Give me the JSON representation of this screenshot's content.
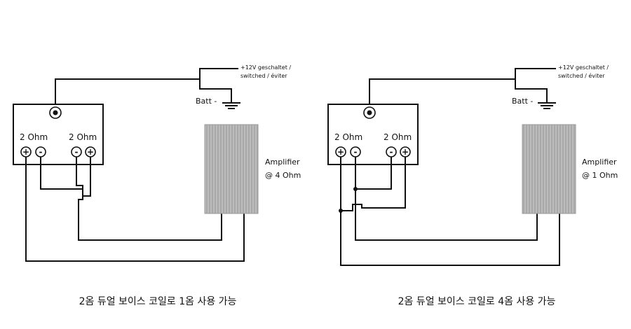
{
  "colors": {
    "line": "#111111",
    "amp_fill": "#a8a8a8",
    "amp_stripe": "#bdbdbd",
    "background": "#ffffff"
  },
  "left": {
    "coil_a": "2 Ohm",
    "coil_b": "2 Ohm",
    "term_plus": "+",
    "term_minus": "-",
    "power_note_1": "+12V geschaltet /",
    "power_note_2": "switched / éviter",
    "batt": "Batt -",
    "amp_1": "Amplifier",
    "amp_2": "@ 4 Ohm",
    "caption": "2옴 듀얼 보이스 코일로 1옴 사용 가능"
  },
  "right": {
    "coil_a": "2 Ohm",
    "coil_b": "2 Ohm",
    "term_plus": "+",
    "term_minus": "-",
    "power_note_1": "+12V geschaltet /",
    "power_note_2": "switched / éviter",
    "batt": "Batt -",
    "amp_1": "Amplifier",
    "amp_2": "@ 1 Ohm",
    "caption": "2옴 듀얼 보이스 코일로 4옴 사용 가능"
  }
}
